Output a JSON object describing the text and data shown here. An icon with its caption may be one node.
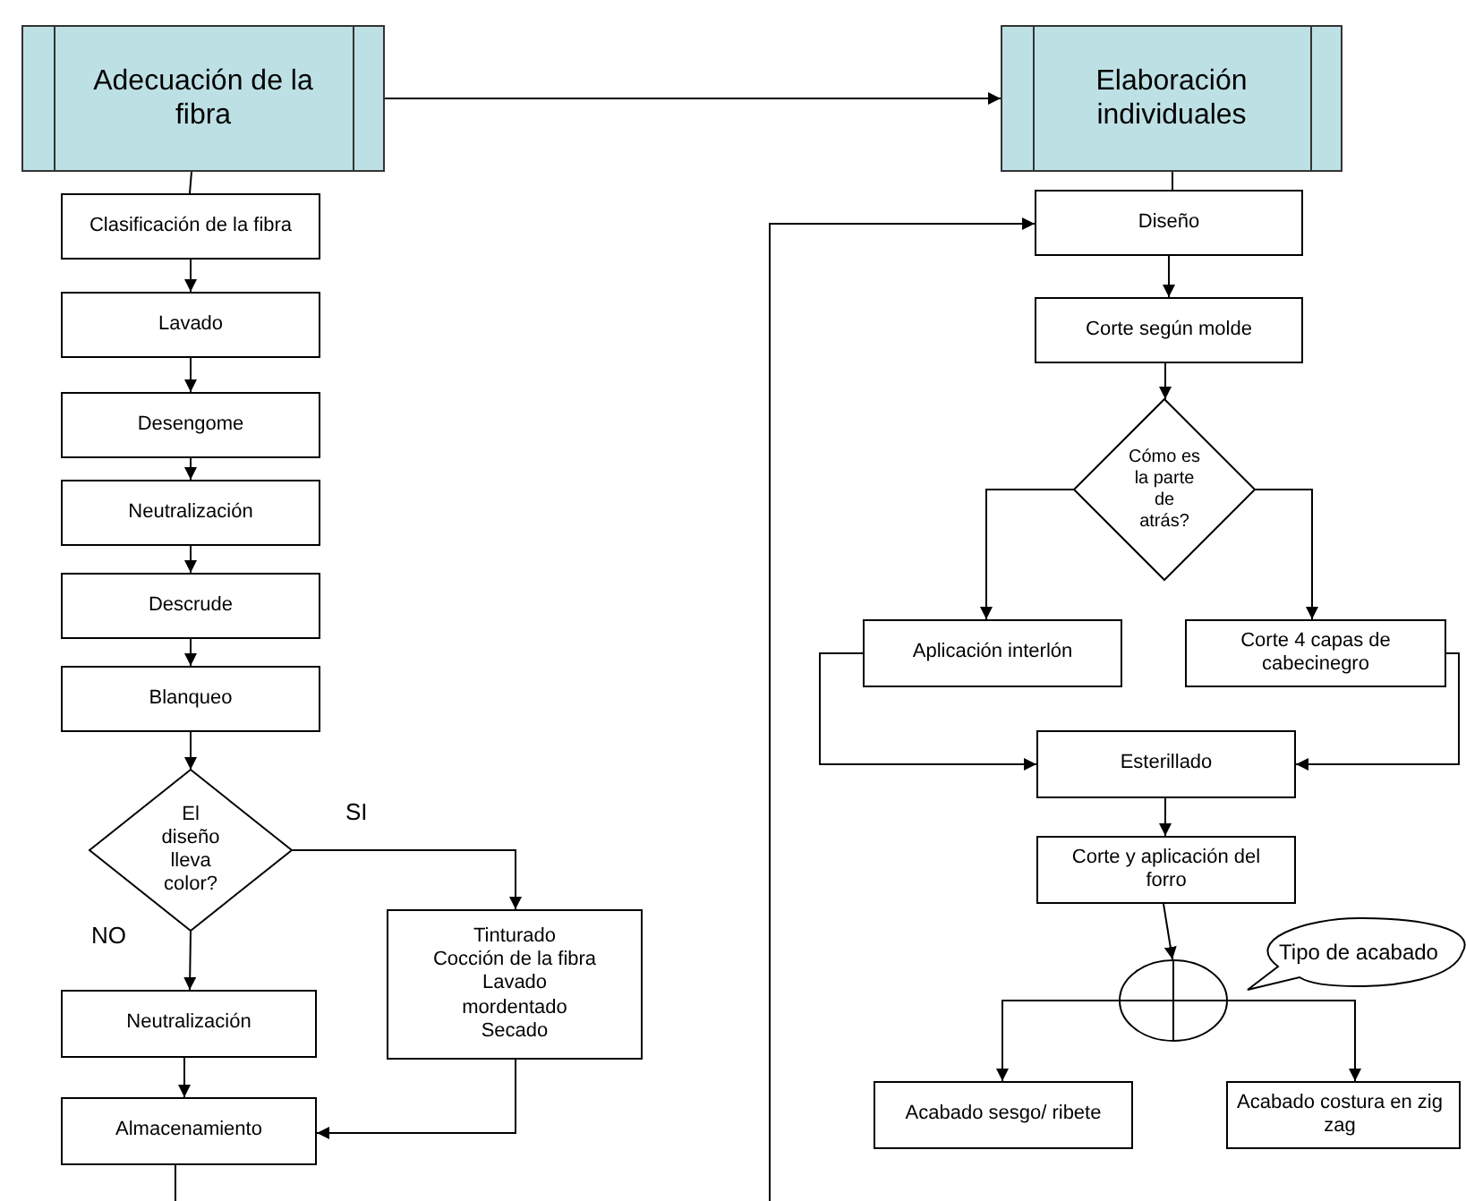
{
  "diagram": {
    "nodes": [
      {
        "text": [
          "Adecuación de la fibra"
        ]
      },
      {
        "text": [
          "Elaboración individuales"
        ]
      },
      {
        "text": [
          "Clasificación de la fibra"
        ]
      },
      {
        "text": [
          "Lavado"
        ]
      },
      {
        "text": [
          "Desengome"
        ]
      },
      {
        "text": [
          "Neutralización"
        ]
      },
      {
        "text": [
          "Descrude"
        ]
      },
      {
        "text": [
          "Blanqueo"
        ]
      },
      {
        "text": [
          "El diseño lleva color?"
        ]
      },
      {
        "text": [
          "Neutralización"
        ]
      },
      {
        "text": [
          "Tinturado",
          "Cocción de la fibra",
          "Lavado",
          "mordentado",
          "Secado"
        ]
      },
      {
        "text": [
          "Almacenamiento"
        ]
      },
      {
        "text": [
          "Diseño"
        ]
      },
      {
        "text": [
          "Corte según molde"
        ]
      },
      {
        "text": [
          "Cómo es la parte de atrás?"
        ]
      },
      {
        "text": [
          "Aplicación interlón"
        ]
      },
      {
        "text": [
          "Corte 4 capas de cabecinegro"
        ]
      },
      {
        "text": [
          "Esterillado"
        ]
      },
      {
        "text": [
          "Corte y aplicación del forro"
        ]
      },
      {
        "text": [],
        "shape": "circle"
      },
      {
        "text": [
          "Tipo de acabado"
        ]
      },
      {
        "text": [
          "Acabado sesgo/ ribete"
        ]
      },
      {
        "text": [
          "Acabado costura en zig zag"
        ]
      }
    ],
    "edges": [
      {
        "from": 0,
        "to": 1,
        "arrow": "to"
      },
      {
        "from": 0,
        "to": 2,
        "arrow": "none"
      },
      {
        "from": 2,
        "to": 3,
        "arrow": "to"
      },
      {
        "from": 3,
        "to": 4,
        "arrow": "to"
      },
      {
        "from": 4,
        "to": 5,
        "arrow": "to"
      },
      {
        "from": 5,
        "to": 6,
        "arrow": "to"
      },
      {
        "from": 6,
        "to": 7,
        "arrow": "to"
      },
      {
        "from": 7,
        "to": 8,
        "arrow": "to"
      },
      {
        "from": 8,
        "to": 10,
        "arrow": "to",
        "label": "SI"
      },
      {
        "from": 8,
        "to": 9,
        "arrow": "to",
        "label": "NO"
      },
      {
        "from": 9,
        "to": 11,
        "arrow": "to"
      },
      {
        "from": 10,
        "to": 11,
        "arrow": "to"
      },
      {
        "from": 11,
        "to": null,
        "arrow": "none"
      },
      {
        "from": null,
        "to": 12,
        "arrow": "to"
      },
      {
        "from": 1,
        "to": 12,
        "arrow": "none"
      },
      {
        "from": 12,
        "to": 13,
        "arrow": "to"
      },
      {
        "from": 13,
        "to": 14,
        "arrow": "to"
      },
      {
        "from": 14,
        "to": 15,
        "arrow": "to"
      },
      {
        "from": 14,
        "to": 16,
        "arrow": "to"
      },
      {
        "from": 15,
        "to": 17,
        "arrow": "to"
      },
      {
        "from": 16,
        "to": 17,
        "arrow": "to"
      },
      {
        "from": 17,
        "to": 18,
        "arrow": "to"
      },
      {
        "from": 18,
        "to": 19,
        "arrow": "to"
      },
      {
        "from": 19,
        "to": 21,
        "arrow": "to"
      },
      {
        "from": 19,
        "to": 22,
        "arrow": "to"
      }
    ]
  }
}
